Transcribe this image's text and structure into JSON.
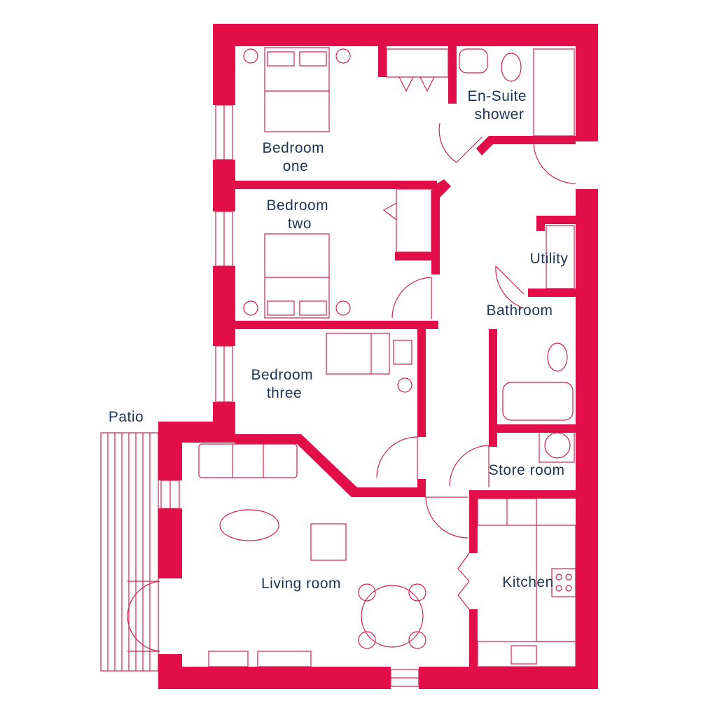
{
  "colors": {
    "wall": "#e20e48",
    "thin": "#d6204f",
    "label": "#1d3557",
    "background": "#ffffff"
  },
  "rooms": {
    "bedroom_one": [
      "Bedroom",
      "one"
    ],
    "ensuite": [
      "En-Suite",
      "shower"
    ],
    "bedroom_two": [
      "Bedroom",
      "two"
    ],
    "utility": "Utility",
    "bathroom": "Bathroom",
    "bedroom_three": [
      "Bedroom",
      "three"
    ],
    "patio": "Patio",
    "store_room": "Store room",
    "living_room": "Living room",
    "kitchen": "Kitchen"
  }
}
